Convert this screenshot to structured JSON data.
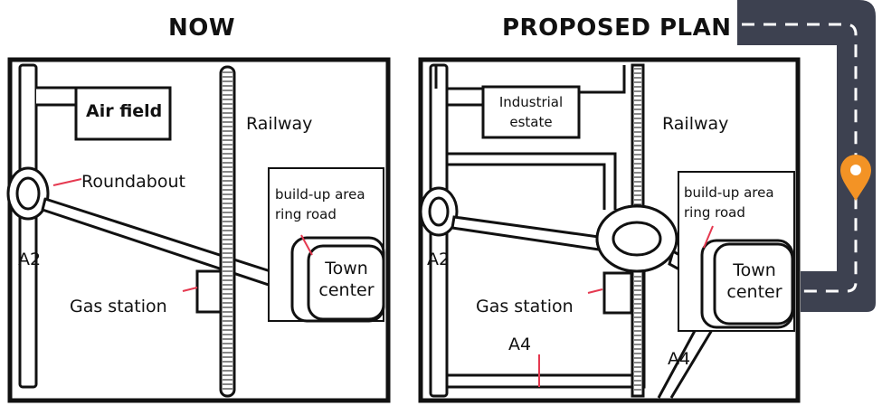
{
  "now": {
    "heading": "NOW",
    "labels": {
      "air_field": "Air field",
      "railway": "Railway",
      "roundabout": "Roundabout",
      "build_up_area": "build-up area",
      "ring_road": "ring road",
      "a2": "A2",
      "gas_station": "Gas station",
      "town_center_line1": "Town",
      "town_center_line2": "center"
    }
  },
  "proposed": {
    "heading": "PROPOSED PLAN",
    "labels": {
      "industrial_line1": "Industrial",
      "industrial_line2": "estate",
      "railway": "Railway",
      "build_up_area": "build-up area",
      "ring_road": "ring road",
      "a2": "A2",
      "gas_station": "Gas station",
      "a4_left": "A4",
      "a4_right": "A4",
      "town_center_line1": "Town",
      "town_center_line2": "center"
    }
  },
  "decor": {
    "road_graphic_color": "#3d4150",
    "pin_color": "#f39325",
    "label_line_color": "#e53950"
  }
}
